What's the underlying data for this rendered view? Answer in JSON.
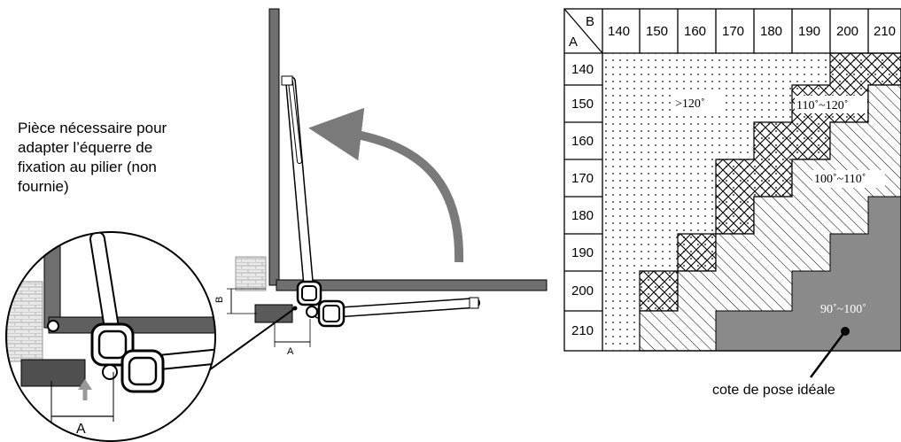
{
  "left_note": "Pièce nécessaire pour\nadapter l’équerre de\nfixation au pilier (non\nfournie)",
  "dims": {
    "a_small": "A",
    "b_small": "B",
    "a_large": "A"
  },
  "table": {
    "corner_a": "A",
    "corner_b": "B",
    "columns": [
      "140",
      "150",
      "160",
      "170",
      "180",
      "190",
      "200",
      "210"
    ],
    "rows": [
      "140",
      "150",
      "160",
      "170",
      "180",
      "190",
      "200",
      "210"
    ],
    "zones": {
      "dotted": ">120˚",
      "cross": "110˚~120˚",
      "hatch": "100˚~110˚",
      "gray": "90˚~100˚"
    },
    "colors": {
      "gray_zone": "#8a8a8a",
      "line": "#000000"
    }
  },
  "ideal_caption": "cote de pose idéale"
}
